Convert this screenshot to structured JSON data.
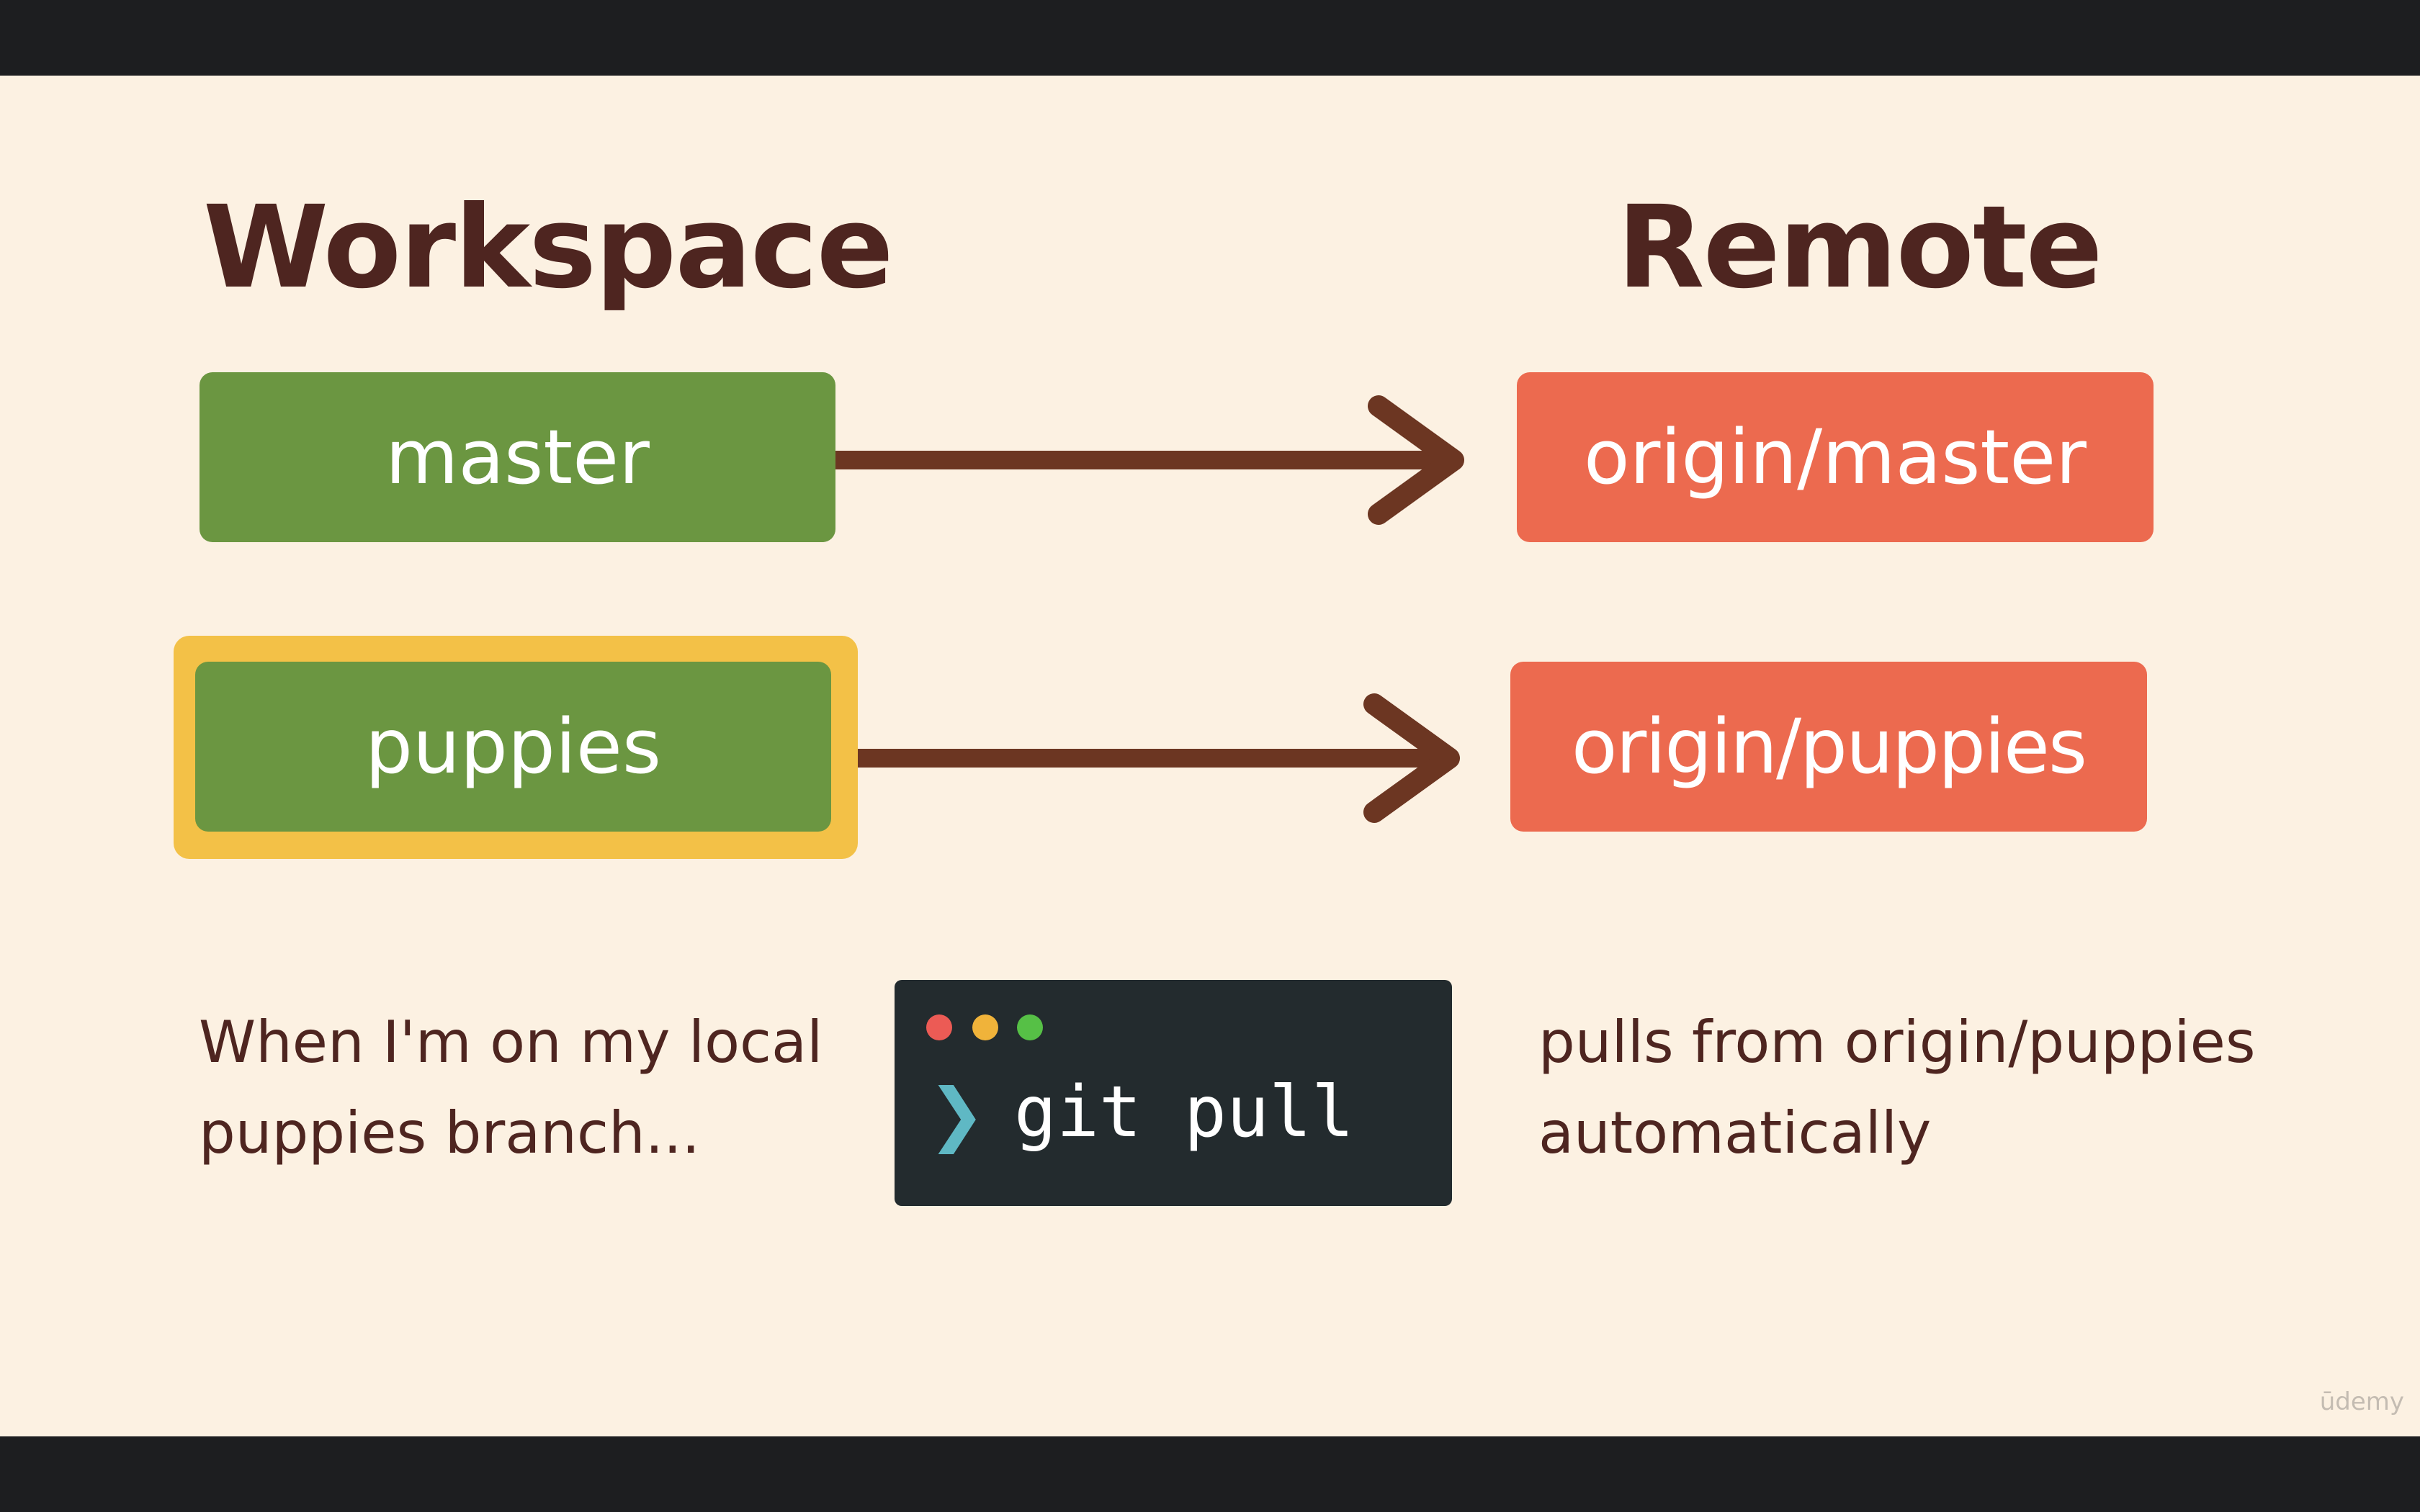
{
  "headings": {
    "workspace": "Workspace",
    "remote": "Remote"
  },
  "branches": {
    "local": [
      {
        "label": "master",
        "highlighted": false
      },
      {
        "label": "puppies",
        "highlighted": true
      }
    ],
    "remote": [
      {
        "label": "origin/master"
      },
      {
        "label": "origin/puppies"
      }
    ]
  },
  "captions": {
    "left": [
      "When I'm on my local",
      "puppies branch..."
    ],
    "right": [
      "pulls from origin/puppies",
      "automatically"
    ]
  },
  "terminal": {
    "prompt_icon": "chevron-right-icon",
    "prompt_glyph": "❯",
    "command": "git pull"
  },
  "watermark": "ūdemy",
  "colors": {
    "background": "#fcf1e2",
    "text": "#4e2520",
    "local_branch": "#6b9641",
    "remote_branch": "#ec6a4f",
    "highlight": "#f3c147",
    "arrow": "#6c3622",
    "terminal": "#232b2e"
  }
}
